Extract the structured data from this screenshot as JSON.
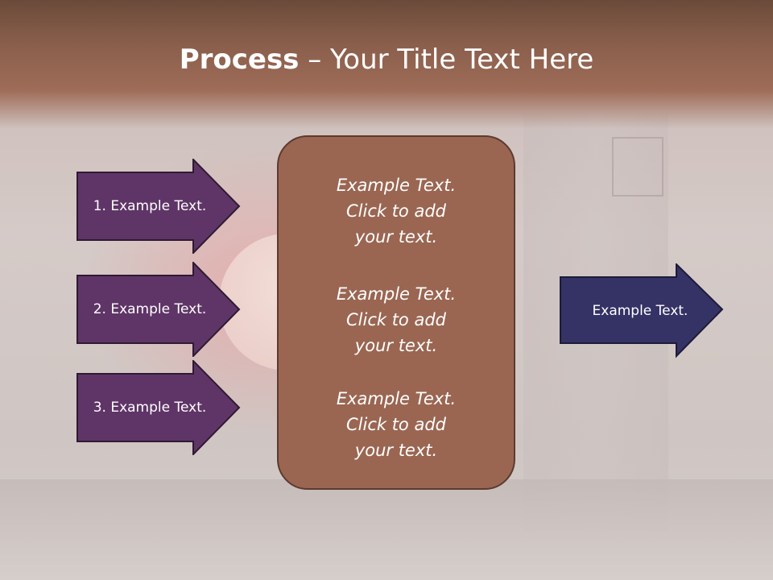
{
  "slide": {
    "title_bold": "Process",
    "title_rest": " – Your Title Text Here"
  },
  "left_arrows": [
    {
      "label": "1. Example Text."
    },
    {
      "label": "2. Example Text."
    },
    {
      "label": "3. Example Text."
    }
  ],
  "center_box": {
    "blocks": [
      {
        "line1": "Example Text.",
        "line2": "Click  to add",
        "line3": "your text."
      },
      {
        "line1": "Example Text.",
        "line2": "Click  to add",
        "line3": "your text."
      },
      {
        "line1": "Example Text.",
        "line2": "Click  to add",
        "line3": "your text."
      }
    ]
  },
  "right_arrow": {
    "label": "Example Text."
  },
  "colors": {
    "header": "#8a5f4c",
    "left_arrow_fill": "#5f3567",
    "right_arrow_fill": "#353265",
    "center_box_fill": "#9a6652"
  }
}
